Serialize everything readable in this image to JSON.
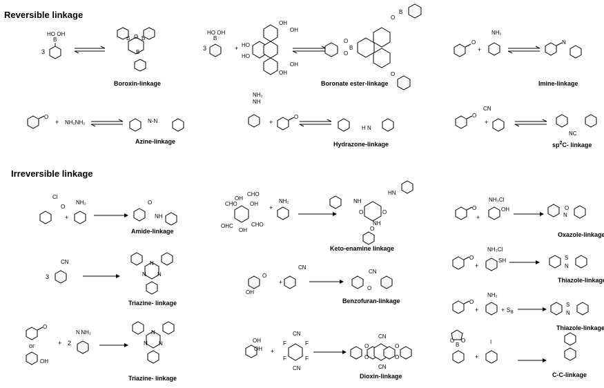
{
  "sections": {
    "reversible": "Reversible linkage",
    "irreversible": "Irreversible linkage"
  },
  "linkages": {
    "boroxin": "Boroxin-linkage",
    "boronate": "Boronate ester-linkage",
    "imine": "Imine-linkage",
    "azine": "Azine-linkage",
    "hydrazone": "Hydrazone-linkage",
    "sp2c_prefix": "sp",
    "sp2c_sup": "2",
    "sp2c_suffix": "C- linkage",
    "amide": "Amide-linkage",
    "keto": "Keto-enamine linkage",
    "oxazole": "Oxazole-linkage",
    "triazine1": "Triazine- linkage",
    "benzofuran": "Benzofuran-linkage",
    "thiazole1": "Thiazole-linkage",
    "triazine2": "Triazine- linkage",
    "thiazole2": "Thiazole-linkage",
    "dioxin": "Dioxin-linkage",
    "cc": "C-C-linkage"
  },
  "coefficients": {
    "boroxin": "3",
    "boronate": "3",
    "triazine1": "3",
    "triazine2": "2"
  },
  "operators": {
    "plus": "+",
    "or": "or",
    "s8": "+ S",
    "s8_sub": "8"
  },
  "atoms": {
    "b": "B",
    "o": "O",
    "n": "N",
    "s": "S",
    "i": "I",
    "cl": "Cl",
    "f": "F",
    "ho": "HO",
    "oh": "OH",
    "hob_oh": "HO  OH",
    "nh2": "NH₂",
    "nh": "NH",
    "hn": "HN",
    "h2nnh2": "NH₂NH₂",
    "nh3cl": "NH₃Cl",
    "sh": "SH",
    "cho": "CHO",
    "ohc": "OHC",
    "cn": "CN",
    "nc": "NC",
    "nn": "N-N",
    "hnh": "H  N",
    "hno": "N NH₂"
  }
}
